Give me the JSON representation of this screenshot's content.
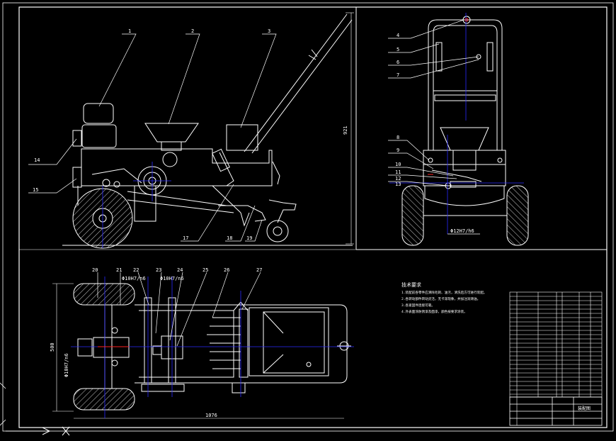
{
  "colors": {
    "background": "#000000",
    "line": "#ffffff",
    "centerline": "#2a2aff",
    "accent": "#ff2020",
    "hatch": "#ffffff"
  },
  "part_labels": {
    "p1": "1",
    "p2": "2",
    "p3": "3",
    "p4": "4",
    "p5": "5",
    "p6": "6",
    "p7": "7",
    "p8": "8",
    "p9": "9",
    "p10": "10",
    "p11": "11",
    "p12": "12",
    "p13": "13",
    "p14": "14",
    "p15": "15",
    "p17": "17",
    "p18": "18",
    "p19": "19",
    "p20": "20",
    "p21": "21",
    "p22": "22",
    "p23": "23",
    "p24": "24",
    "p25": "25",
    "p26": "26",
    "p27": "27"
  },
  "dimensions": {
    "height": "921",
    "shaft_front": "Φ12H7/h6",
    "bottom_fit_a": "Φ10H7/n6",
    "bottom_fit_b": "Φ10H7/n6",
    "width": "500",
    "left_fit": "Φ10H7/n6",
    "length": "1076"
  },
  "tech_requirements": {
    "heading": "技术要求",
    "items": [
      "1.装配前各零件应清除毛刺、油污，清洗后方可进行装配。",
      "2.各转动部件转动灵活，无卡滞现象，并加注润滑油。",
      "3.各紧固件连接可靠。",
      "4.外表面涂防锈漆及面漆，颜色按要求涂装。"
    ]
  },
  "title_block": {
    "drawing_name": "装配图"
  }
}
